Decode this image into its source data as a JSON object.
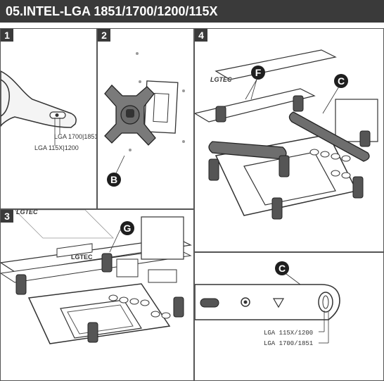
{
  "header": {
    "title": "05.INTEL-LGA 1851/1700/1200/115X"
  },
  "panels": {
    "p1": {
      "number": "1",
      "label_a": "LGA 1700|1851",
      "label_b": "LGA 115X|1200"
    },
    "p2": {
      "number": "2",
      "callout": "B"
    },
    "p3": {
      "number": "3",
      "callout": "G",
      "board_text": "LGTEC"
    },
    "p4": {
      "number": "4",
      "callout_f": "F",
      "callout_c": "C",
      "board_text": "LGTEC"
    },
    "p5": {
      "callout": "C",
      "label_a": "LGA 115X/1200",
      "label_b": "LGA 1700/1851"
    }
  },
  "colors": {
    "header_bg": "#3a3a3a",
    "bracket": "#6e6e6e",
    "callout": "#1e1e1e"
  }
}
